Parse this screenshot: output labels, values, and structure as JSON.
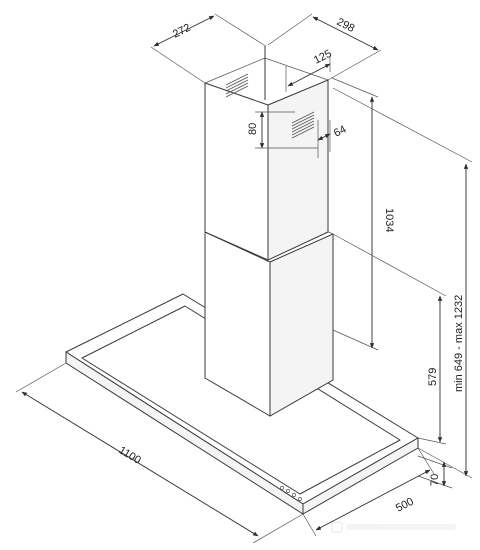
{
  "diagram": {
    "dimensions": {
      "chimney_depth": "272",
      "chimney_width": "298",
      "outlet_width": "125",
      "outlet_height": "80",
      "outlet_offset": "64",
      "chimney_height": "1034",
      "min_max_height": "min 649 - max 1232",
      "hood_height": "579",
      "canopy_thickness": "70",
      "hood_depth": "500",
      "hood_width": "1100"
    },
    "colors": {
      "line": "#3a3a3a",
      "text": "#222222",
      "background": "#ffffff"
    }
  }
}
